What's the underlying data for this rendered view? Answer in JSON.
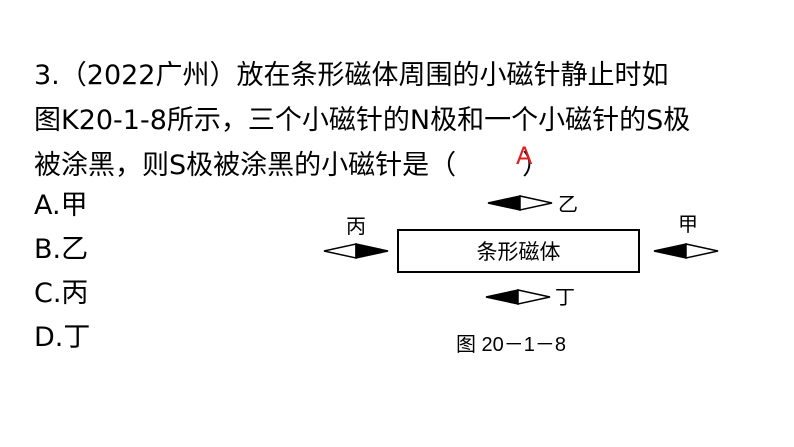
{
  "question": {
    "line1": "3.（2022广州）放在条形磁体周围的小磁针静止时如",
    "line2": "图K20-1-8所示，三个小磁针的N极和一个小磁针的S极",
    "line3": "被涂黑，则S极被涂黑的小磁针是（",
    "line3_end": "）",
    "answer": "A",
    "answer_color": "#e02020"
  },
  "options": [
    {
      "label": "A.甲"
    },
    {
      "label": "B.乙"
    },
    {
      "label": "C.丙"
    },
    {
      "label": "D.丁"
    }
  ],
  "figure": {
    "magnet_label": "条形磁体",
    "needle_labels": {
      "jia": "甲",
      "yi": "乙",
      "bing": "丙",
      "ding": "丁"
    },
    "caption": "图 20－1－8"
  }
}
